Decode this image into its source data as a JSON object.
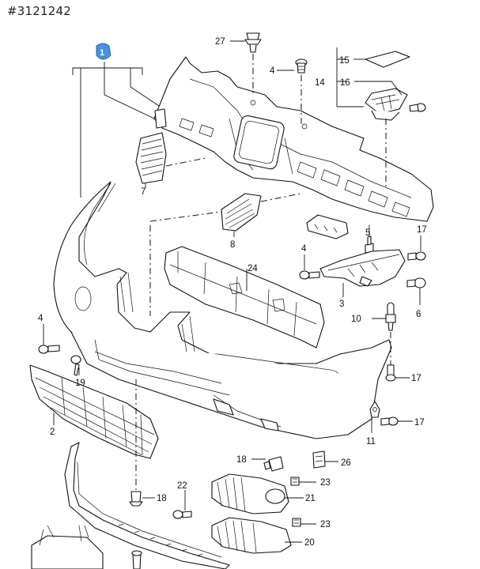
{
  "doc_id": "#3121242",
  "badge_label": "1",
  "callouts": {
    "c2": "2",
    "c3": "3",
    "c4a": "4",
    "c4b": "4",
    "c4c": "4",
    "c5": "5",
    "c6": "6",
    "c7": "7",
    "c8": "8",
    "c10": "10",
    "c11": "11",
    "c14": "14",
    "c15": "15",
    "c16": "16",
    "c17a": "17",
    "c17b": "17",
    "c17c": "17",
    "c18a": "18",
    "c18b": "18",
    "c19": "19",
    "c20": "20",
    "c21": "21",
    "c22": "22",
    "c23a": "23",
    "c23b": "23",
    "c24": "24",
    "c26": "26",
    "c27": "27"
  }
}
